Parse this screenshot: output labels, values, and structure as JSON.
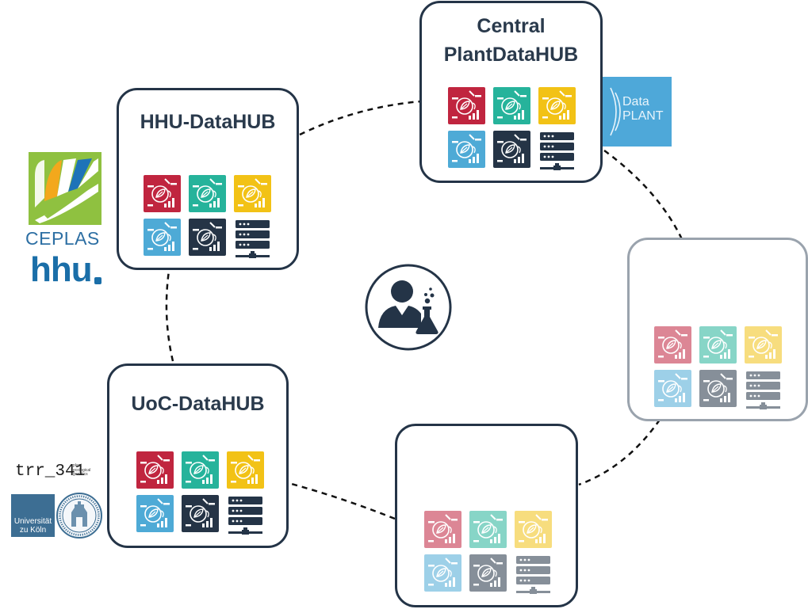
{
  "hubs": {
    "hhu": {
      "title": "HHU-DataHUB"
    },
    "central": {
      "title_line1": "Central",
      "title_line2": "PlantDataHUB"
    },
    "uoc": {
      "title": "UoC-DataHUB"
    }
  },
  "logos": {
    "ceplas": {
      "label": "CEPLAS"
    },
    "hhu": {
      "label": "hhu"
    },
    "trr": {
      "label": "trr_341",
      "sub": "plant ecological genetics"
    },
    "uni_koeln": {
      "label_line1": "Universität",
      "label_line2": "zu Köln"
    },
    "dataplant": {
      "label_line1": "Data",
      "label_line2": "PLANT"
    }
  },
  "colors": {
    "tile_red": "#c0253f",
    "tile_teal": "#26b39b",
    "tile_yellow": "#f2c216",
    "tile_blue": "#4eaad6",
    "tile_navy": "#253446",
    "server": "#243447",
    "connector": "#111111",
    "hub_border": "#243447",
    "hub_border_faded": "#9aa3ad"
  },
  "icons": {
    "tile": "plant-data-tile-icon",
    "server": "server-icon",
    "researcher": "researcher-icon"
  }
}
